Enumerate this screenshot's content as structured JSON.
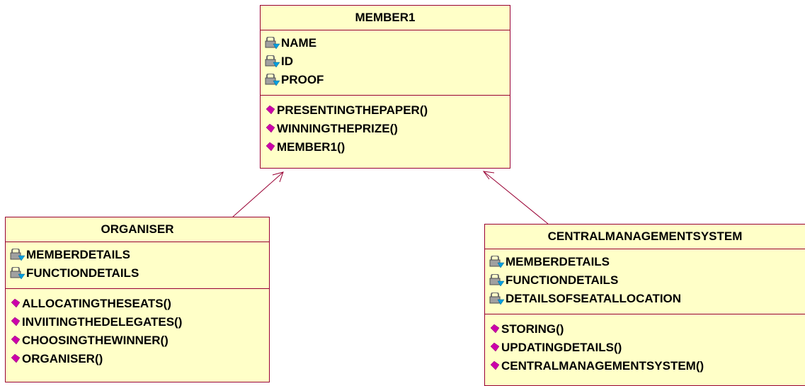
{
  "diagram": {
    "classes": {
      "member1": {
        "name": "MEMBER1",
        "attributes": [
          "NAME",
          "ID",
          "PROOF"
        ],
        "operations": [
          "PRESENTINGTHEPAPER()",
          "WINNINGTHEPRIZE()",
          "MEMBER1()"
        ]
      },
      "organiser": {
        "name": "ORGANISER",
        "attributes": [
          "MEMBERDETAILS",
          "FUNCTIONDETAILS"
        ],
        "operations": [
          "ALLOCATINGTHESEATS()",
          "INVIITINGTHEDELEGATES()",
          "CHOOSINGTHEWINNER()",
          "ORGANISER()"
        ]
      },
      "cms": {
        "name": "CENTRALMANAGEMENTSYSTEM",
        "attributes": [
          "MEMBERDETAILS",
          "FUNCTIONDETAILS",
          "DETAILSOFSEATALLOCATION"
        ],
        "operations": [
          "STORING()",
          "UPDATINGDETAILS()",
          "CENTRALMANAGEMENTSYSTEM()"
        ]
      }
    },
    "relationships": [
      {
        "from": "ORGANISER",
        "to": "MEMBER1",
        "type": "association-arrow"
      },
      {
        "from": "CENTRALMANAGEMENTSYSTEM",
        "to": "MEMBER1",
        "type": "association-arrow"
      }
    ],
    "colors": {
      "class_fill": "#ffffc8",
      "class_border": "#990033",
      "connector": "#990033",
      "operation_icon": "#cc00aa",
      "attribute_icon_body": "#a0a0a0",
      "attribute_icon_accent": "#00a0e0"
    },
    "icons": {
      "attribute": "attribute-lock-icon",
      "operation": "operation-diamond-icon"
    }
  }
}
